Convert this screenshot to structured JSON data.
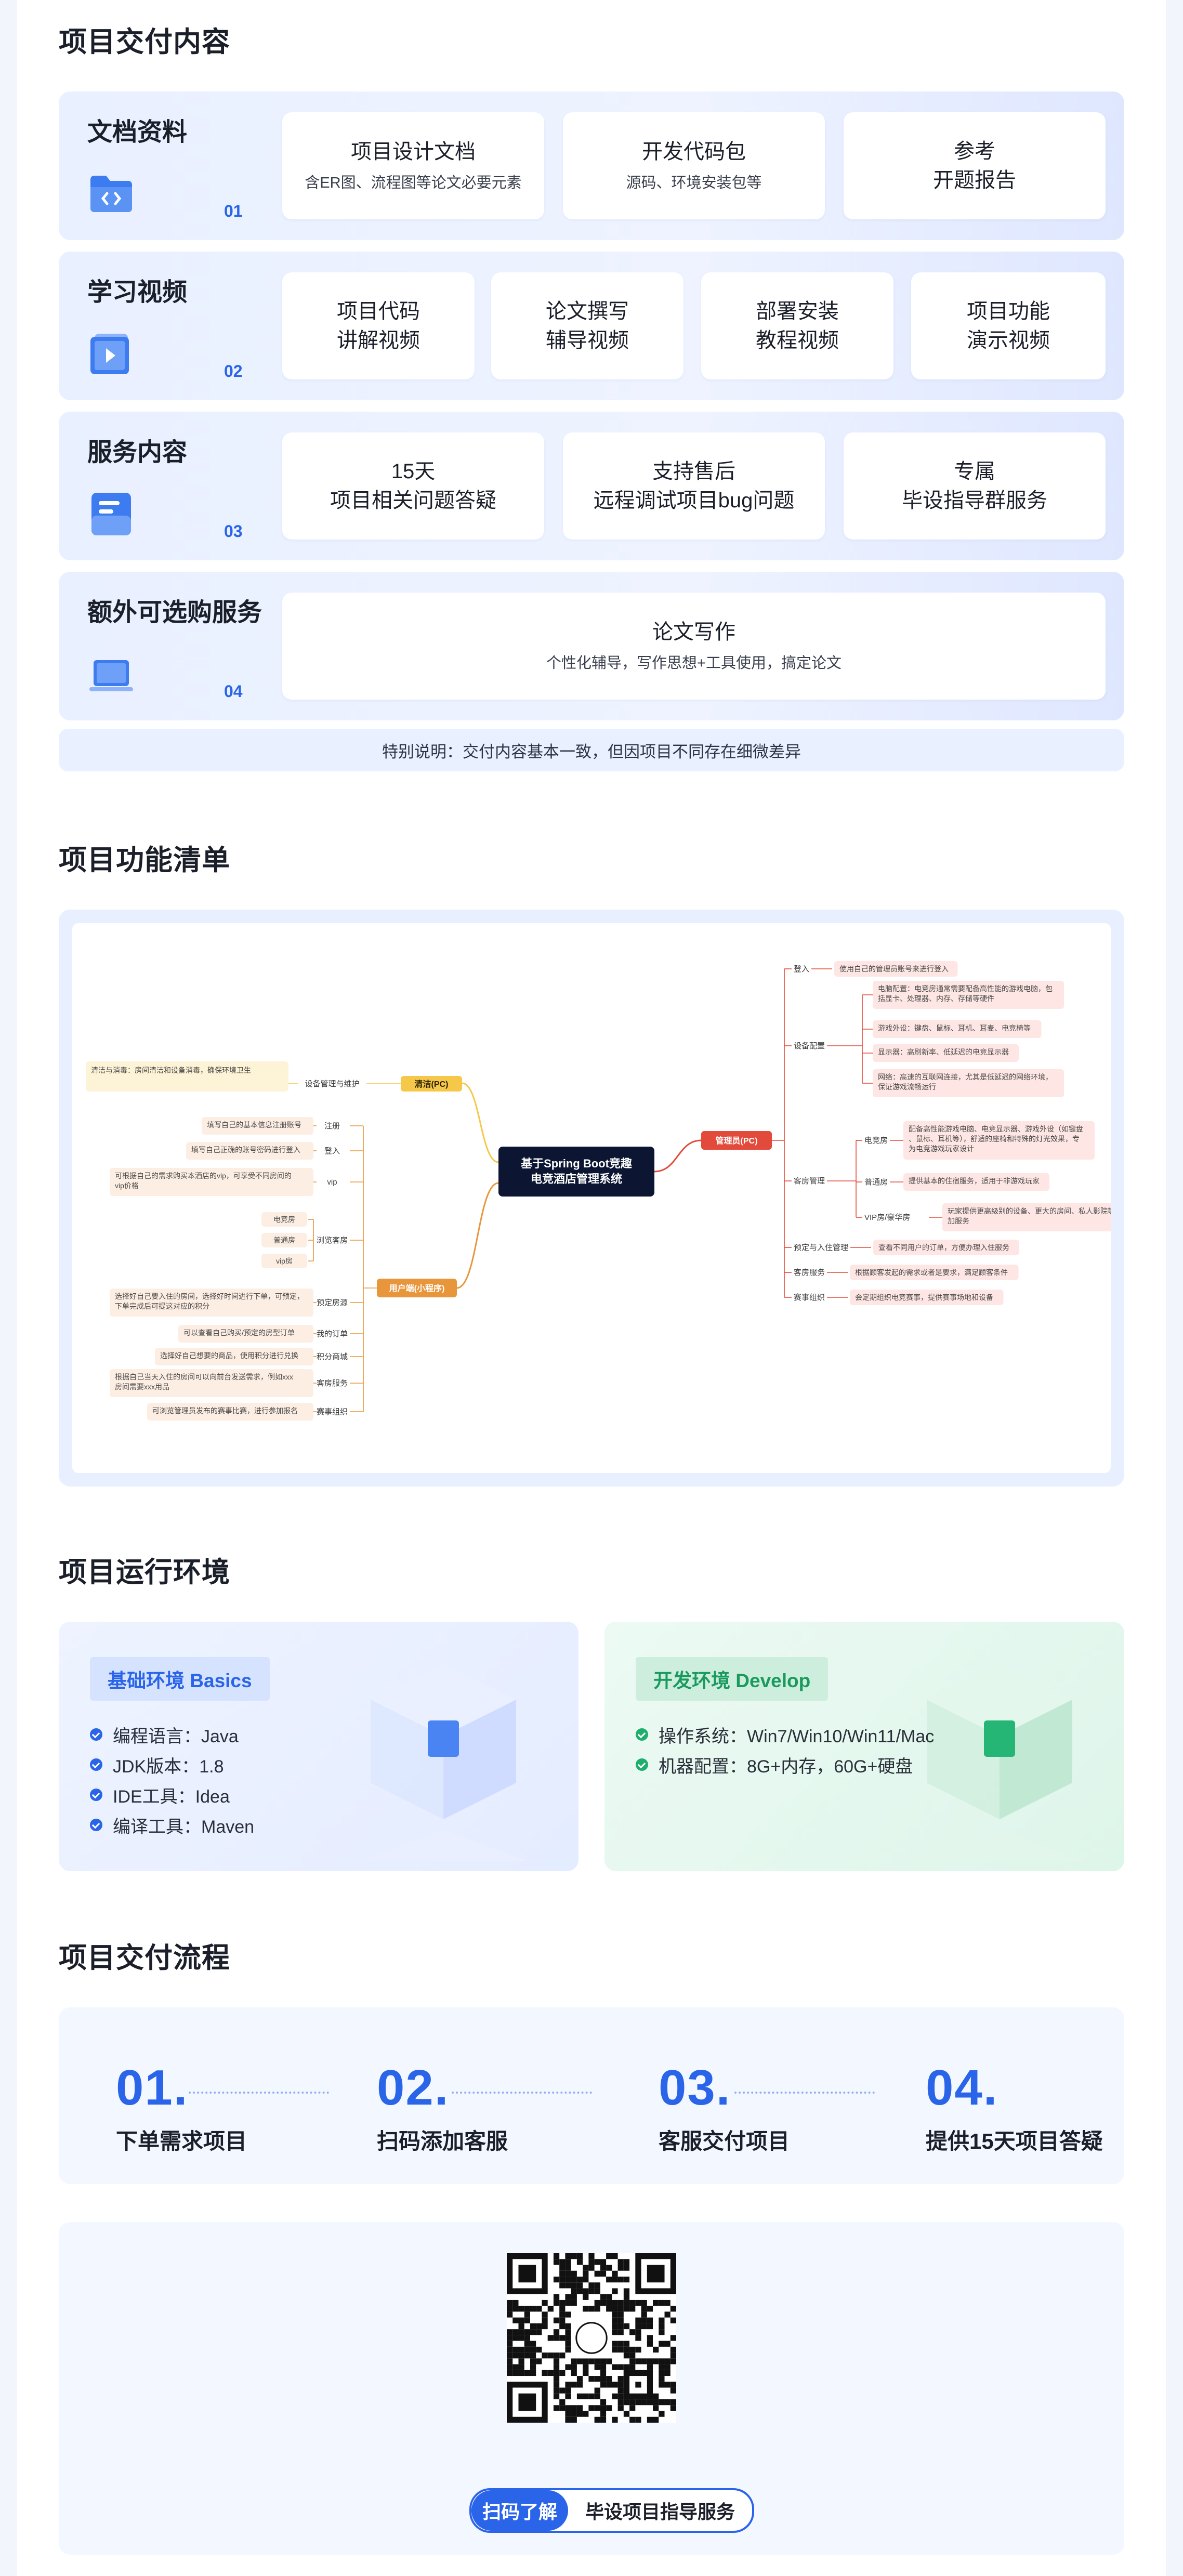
{
  "delivery": {
    "title": "项目交付内容",
    "rows": [
      {
        "title": "文档资料",
        "num": "01",
        "cards": [
          {
            "main": "项目设计文档",
            "sub": "含ER图、流程图等论文必要元素"
          },
          {
            "main": "开发代码包",
            "sub": "源码、环境安装包等"
          },
          {
            "main": "参考\n开题报告",
            "sub": ""
          }
        ]
      },
      {
        "title": "学习视频",
        "num": "02",
        "cards": [
          {
            "main": "项目代码\n讲解视频",
            "sub": ""
          },
          {
            "main": "论文撰写\n辅导视频",
            "sub": ""
          },
          {
            "main": "部署安装\n教程视频",
            "sub": ""
          },
          {
            "main": "项目功能\n演示视频",
            "sub": ""
          }
        ]
      },
      {
        "title": "服务内容",
        "num": "03",
        "cards": [
          {
            "main": "15天\n项目相关问题答疑",
            "sub": ""
          },
          {
            "main": "支持售后\n远程调试项目bug问题",
            "sub": ""
          },
          {
            "main": "专属\n毕设指导群服务",
            "sub": ""
          }
        ]
      },
      {
        "title": "额外可选购服务",
        "num": "04",
        "cards": [
          {
            "main": "论文写作",
            "sub": "个性化辅导，写作思想+工具使用，搞定论文"
          }
        ]
      }
    ],
    "note": "特别说明：交付内容基本一致，但因项目不同存在细微差异"
  },
  "features": {
    "title": "项目功能清单",
    "root": "基于Spring Boot竞趣\n电竞酒店管理系统",
    "cleaning": {
      "label": "清洁(PC)",
      "child": "设备管理与维护",
      "leaf": "清洁与消毒：房间清洁和设备消毒，确保环境卫生"
    },
    "user": {
      "label": "用户端(小程序)",
      "items": [
        {
          "name": "注册",
          "leaf": "填写自己的基本信息注册账号"
        },
        {
          "name": "登入",
          "leaf": "填写自己正确的账号密码进行登入"
        },
        {
          "name": "vip",
          "leaf": "可根据自己的需求购买本酒店的vip，可享受不同房间的vip价格"
        },
        {
          "name": "浏览客房",
          "subs": [
            "电竞房",
            "普通房",
            "vip房"
          ]
        },
        {
          "name": "预定房源",
          "leaf": "选择好自己要入住的房间，选择好时间进行下单，可预定，下单完成后可提这对应的积分"
        },
        {
          "name": "我的订单",
          "leaf": "可以查看自己购买/预定的房型订单"
        },
        {
          "name": "积分商城",
          "leaf": "选择好自己想要的商品，使用积分进行兑换"
        },
        {
          "name": "客房服务",
          "leaf": "根据自己当天入住的房间可以向前台发送需求，例如xxx房间需要xxx用品"
        },
        {
          "name": "赛事组织",
          "leaf": "可浏览管理员发布的赛事比赛，进行参加报名"
        }
      ]
    },
    "admin": {
      "label": "管理员(PC)",
      "items": [
        {
          "name": "登入",
          "leaves": [
            "使用自己的管理员账号来进行登入"
          ]
        },
        {
          "name": "设备配置",
          "leaves": [
            "电脑配置：电竞房通常需要配备高性能的游戏电脑，包括显卡、处理器、内存、存储等硬件",
            "游戏外设：键盘、鼠标、耳机、耳麦、电竞椅等",
            "显示器：高刷新率、低延迟的电竞显示器",
            "网络：高速的互联网连接，尤其是低延迟的网络环境，保证游戏流畅运行"
          ]
        },
        {
          "name": "客房管理",
          "subs": [
            {
              "name": "电竞房",
              "leaf": "配备高性能游戏电脑、电竞显示器、游戏外设（如键盘、鼠标、耳机等），舒适的座椅和特殊的灯光效果，专为电竞游戏玩家设计"
            },
            {
              "name": "普通房",
              "leaf": "提供基本的住宿服务，适用于非游戏玩家"
            },
            {
              "name": "VIP房/豪华房",
              "leaf": "玩家提供更高级别的设备、更大的房间、私人影院等附加服务"
            }
          ]
        },
        {
          "name": "预定与入住管理",
          "leaves": [
            "查看不同用户的订单，方便办理入住服务"
          ]
        },
        {
          "name": "客房服务",
          "leaves": [
            "根据顾客发起的需求或者是要求，满足顾客条件"
          ]
        },
        {
          "name": "赛事组织",
          "leaves": [
            "会定期组织电竞赛事，提供赛事场地和设备"
          ]
        }
      ]
    }
  },
  "env": {
    "title": "项目运行环境",
    "basic": {
      "tag": "基础环境  Basics",
      "items": [
        "编程语言：Java",
        "JDK版本：1.8",
        "IDE工具：Idea",
        "编译工具：Maven"
      ]
    },
    "dev": {
      "tag": "开发环境  Develop",
      "items": [
        "操作系统：Win7/Win10/Win11/Mac",
        "机器配置：8G+内存，60G+硬盘"
      ]
    }
  },
  "process": {
    "title": "项目交付流程",
    "steps": [
      {
        "num": "01.",
        "label": "下单需求项目"
      },
      {
        "num": "02.",
        "label": "扫码添加客服"
      },
      {
        "num": "03.",
        "label": "客服交付项目"
      },
      {
        "num": "04.",
        "label": "提供15天项目答疑"
      }
    ]
  },
  "qr": {
    "left": "扫码了解",
    "right": "毕设项目指导服务"
  },
  "colors": {
    "accent": "#2a64e8",
    "green": "#1fae6e",
    "admin": "#e24b3b",
    "user": "#e8963b",
    "clean": "#f5c84a",
    "root": "#0c1633"
  }
}
